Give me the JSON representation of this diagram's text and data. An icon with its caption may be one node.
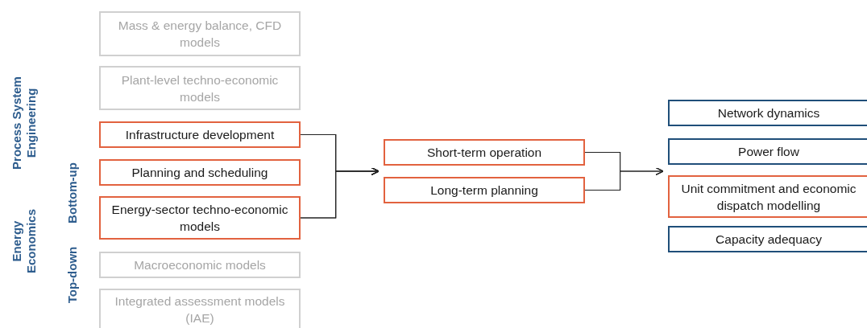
{
  "diagram": {
    "nodes": [
      {
        "text": [
          "Mass & energy balance, CFD models"
        ]
      },
      {
        "text": [
          "Plant-level techno-economic models"
        ]
      },
      {
        "text": [
          "Infrastructure development"
        ]
      },
      {
        "text": [
          "Planning and scheduling"
        ]
      },
      {
        "text": [
          "Energy-sector techno-economic models"
        ]
      },
      {
        "text": [
          "Macroeconomic models"
        ]
      },
      {
        "text": [
          "Integrated assessment models (IAE)"
        ]
      },
      {
        "text": [
          "Short-term operation"
        ]
      },
      {
        "text": [
          "Long-term planning"
        ]
      },
      {
        "text": [
          "Network dynamics"
        ]
      },
      {
        "text": [
          "Power flow"
        ]
      },
      {
        "text": [
          "Unit commitment and economic dispatch modelling"
        ]
      },
      {
        "text": [
          "Capacity adequacy"
        ]
      }
    ],
    "edges": [
      {
        "from": 2,
        "to": 7,
        "arrow": "to"
      },
      {
        "from": 2,
        "to": 8,
        "arrow": "to"
      },
      {
        "from": 4,
        "to": 7,
        "arrow": "to"
      },
      {
        "from": 4,
        "to": 8,
        "arrow": "to"
      },
      {
        "from": 7,
        "to": 10,
        "arrow": "to"
      },
      {
        "from": 8,
        "to": 10,
        "arrow": "to"
      }
    ],
    "labels": [
      "Process System Engineering",
      "Energy Economics",
      "Bottom-up",
      "Top-down"
    ]
  }
}
